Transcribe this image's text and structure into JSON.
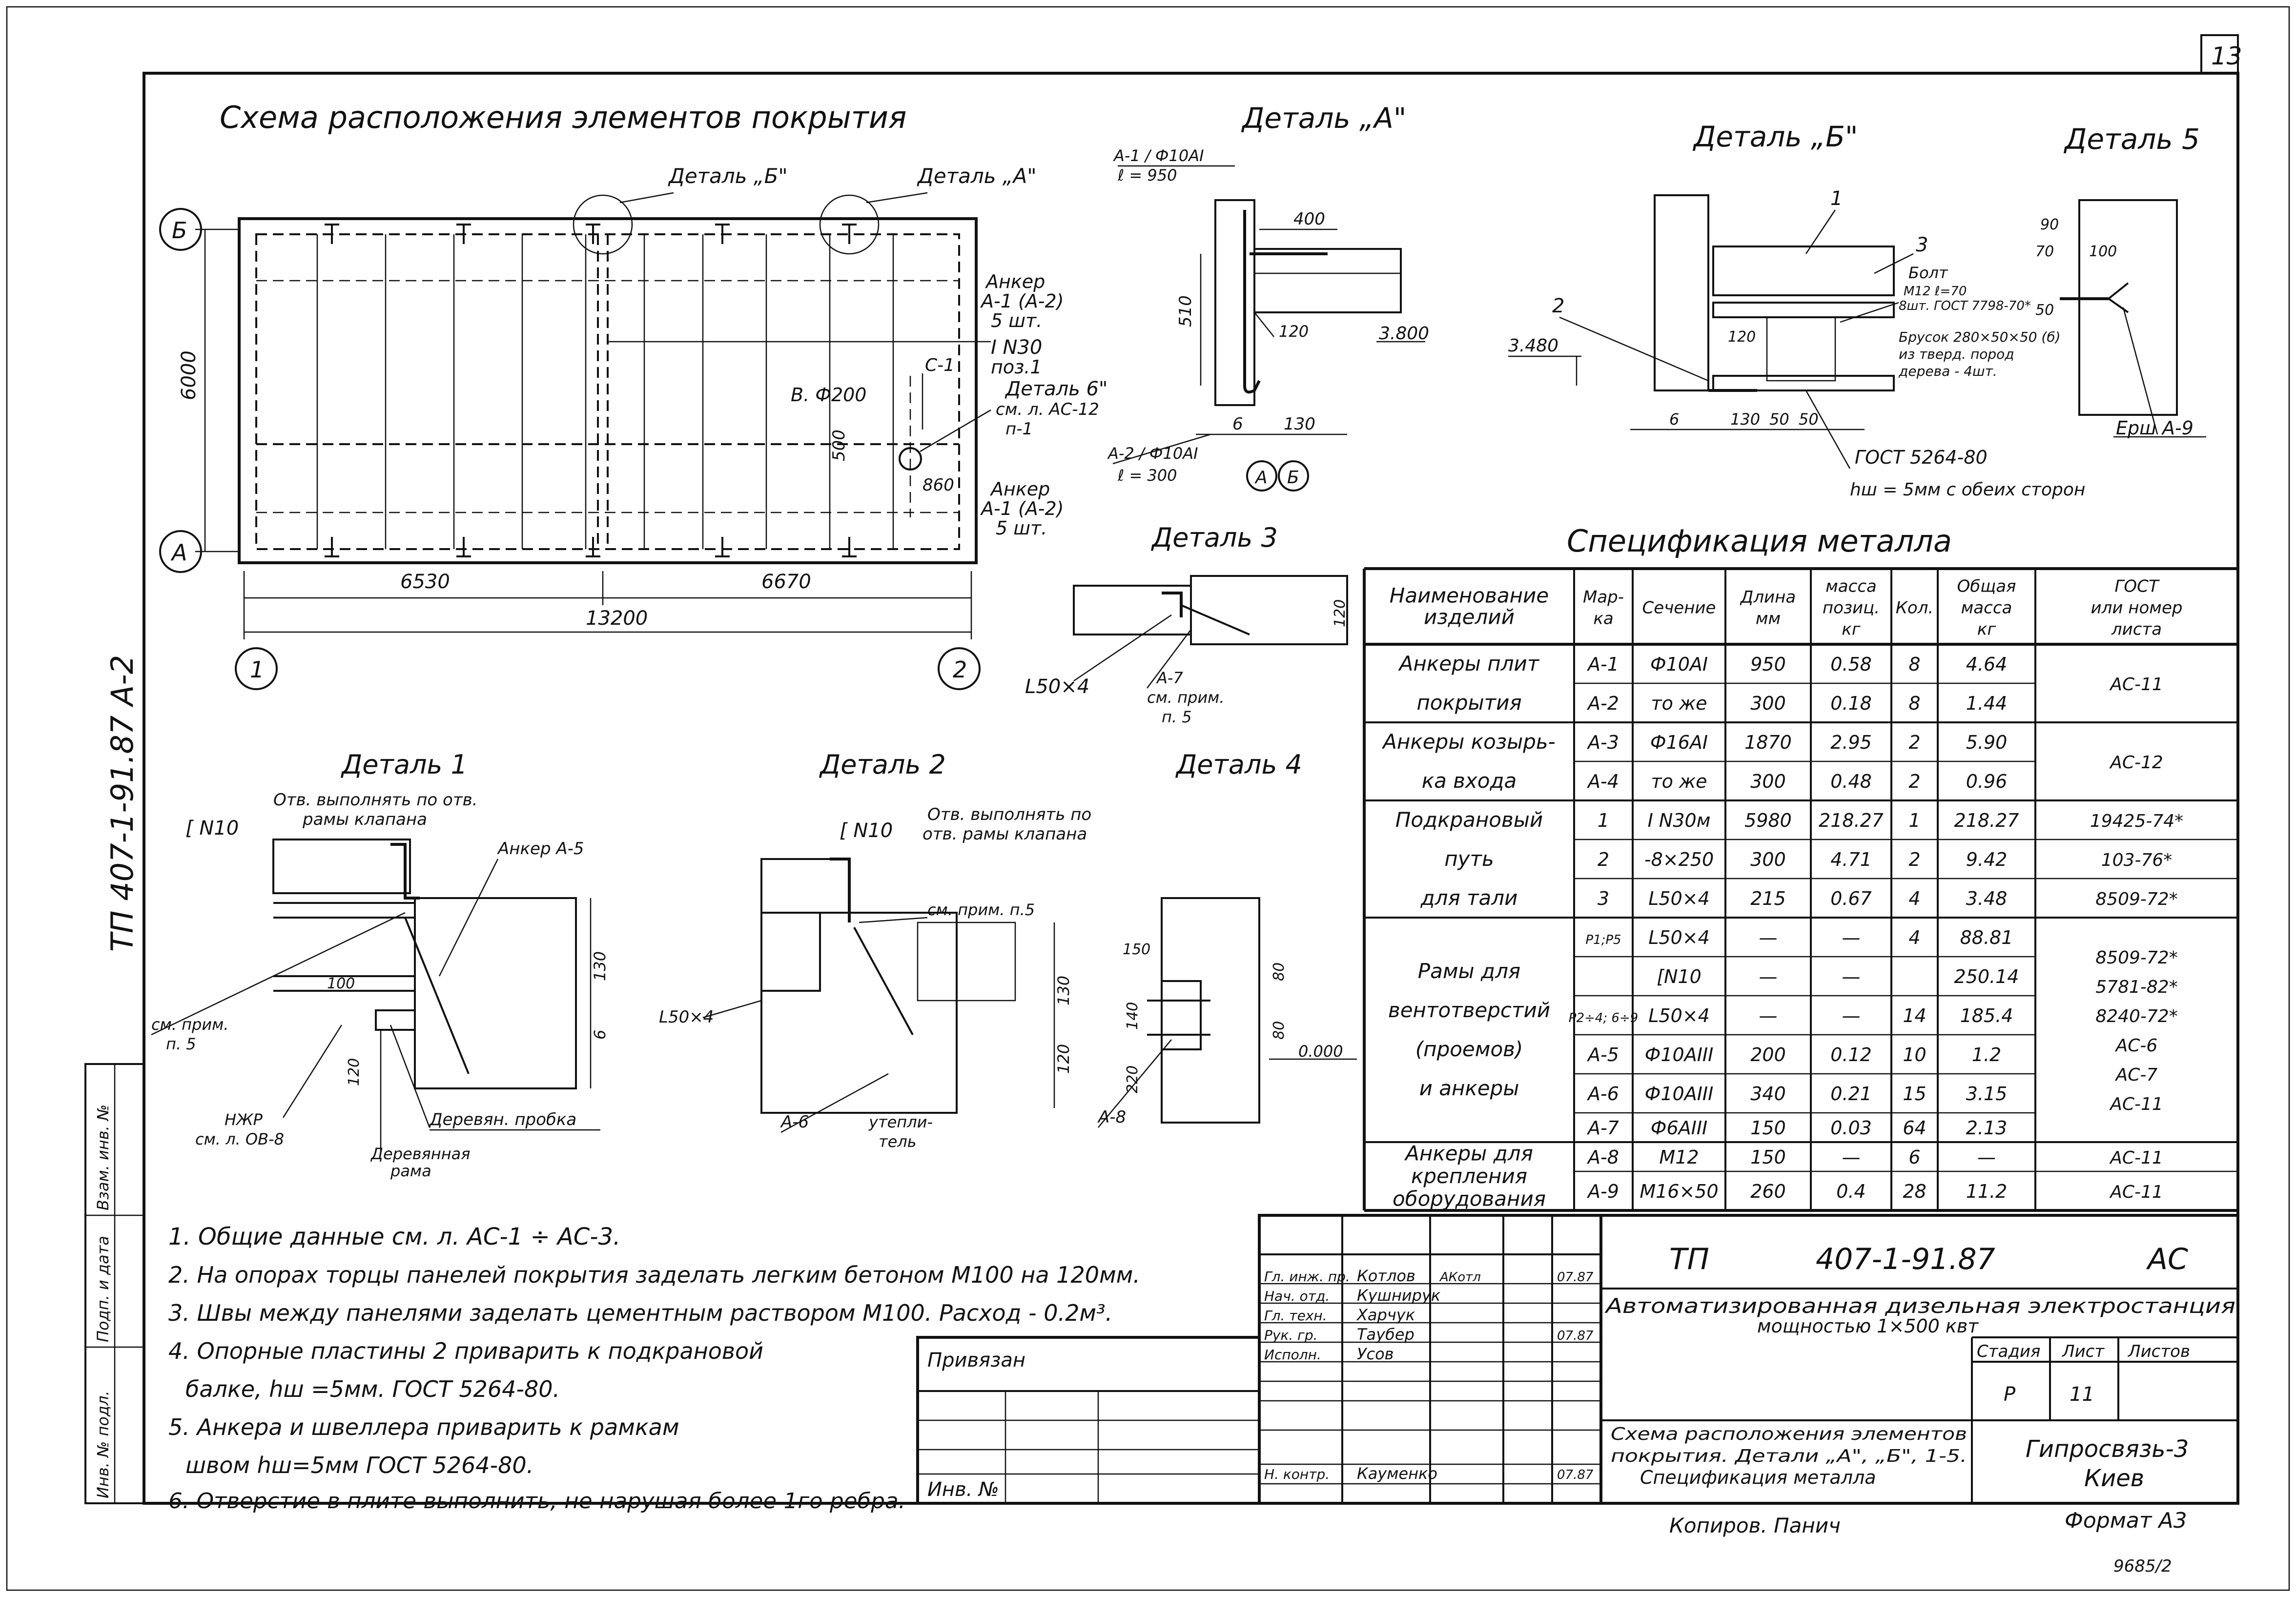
{
  "sheet_number": "13",
  "side_label": "ТП 407-1-91.87  А-2",
  "plan": {
    "title": "Схема расположения элементов покрытия",
    "callout_b": "Деталь „Б\"",
    "callout_a": "Деталь „А\"",
    "anchor_top_1": "Анкер",
    "anchor_top_2": "А-1 (А-2)",
    "anchor_top_3": "5 шт.",
    "beam_1": "I N30",
    "beam_2": "поз.1",
    "c1": "С-1",
    "hole": "В. Ф200",
    "detail6_1": "Деталь 6\"",
    "detail6_2": "см. л. АС-12",
    "detail6_3": "п-1",
    "anchor_bot_1": "Анкер",
    "anchor_bot_2": "А-1 (А-2)",
    "anchor_bot_3": "5 шт.",
    "dim_6000": "6000",
    "dim_500": "500",
    "dim_860": "860",
    "dim_6530": "6530",
    "dim_6670": "6670",
    "dim_13200": "13200",
    "axis_b": "Б",
    "axis_a": "А",
    "axis_1": "1",
    "axis_2": "2"
  },
  "detail_a": {
    "title": "Деталь „А\"",
    "a1": "А-1 / Ф10АI",
    "a1_len": "ℓ = 950",
    "d400": "400",
    "d510": "510",
    "d120": "120",
    "elev": "3.800",
    "d6": "6",
    "d130": "130",
    "a2": "А-2 / Ф10АI",
    "a2_len": "ℓ = 300",
    "ax_a": "А",
    "ax_b": "Б"
  },
  "detail_b": {
    "title": "Деталь „Б\"",
    "n1": "1",
    "n2": "2",
    "n3": "3",
    "elev": "3.480",
    "d120": "120",
    "bolt_1": "Болт",
    "bolt_2": "М12 ℓ=70",
    "bolt_3": "8шт. ГОСТ 7798-70*",
    "block_1": "Брусок 280×50×50 (б)",
    "block_2": "из тверд. пород",
    "block_3": "дерева - 4шт.",
    "d6": "6",
    "d130": "130",
    "d50a": "50",
    "d50b": "50",
    "gost": "ГОСТ 5264-80",
    "weld": "hш = 5мм с обеих сторон"
  },
  "detail_5": {
    "title": "Деталь 5",
    "d90": "90",
    "d70": "70",
    "d100": "100",
    "d50": "50",
    "ersh": "Ерш А-9"
  },
  "detail_3": {
    "title": "Деталь 3",
    "angle": "L50×4",
    "a7": "А-7",
    "note_1": "см. прим.",
    "note_2": "п. 5",
    "d120": "120"
  },
  "detail_1": {
    "title": "Деталь 1",
    "note_1": "Отв. выполнять по отв.",
    "note_2": "рамы клапана",
    "channel": "[ N10",
    "anchor": "Анкер А-5",
    "d130": "130",
    "d100": "100",
    "d6": "6",
    "d120": "120",
    "prim_1": "см. прим.",
    "prim_2": "п. 5",
    "nzhr_1": "НЖР",
    "nzhr_2": "см. л. ОВ-8",
    "plug": "Деревян. пробка",
    "frame_1": "Деревянная",
    "frame_2": "рама"
  },
  "detail_2": {
    "title": "Деталь 2",
    "note_1": "Отв. выполнять по",
    "note_2": "отв. рамы клапана",
    "channel": "[ N10",
    "prim": "см. прим. п.5",
    "angle": "L50×4",
    "d130": "130",
    "d120": "120",
    "a6": "А-6",
    "insul_1": "утепли-",
    "insul_2": "тель"
  },
  "detail_4": {
    "title": "Деталь 4",
    "d150": "150",
    "d80": "80",
    "d140": "140",
    "d220": "220",
    "d80b": "80",
    "elev": "0.000",
    "a8": "А-8"
  },
  "spec": {
    "title": "Спецификация металла",
    "headers": {
      "name": [
        "Наименование",
        "изделий"
      ],
      "mark": [
        "Мар-",
        "ка"
      ],
      "section": [
        "Сечение"
      ],
      "length": [
        "Длина",
        "мм"
      ],
      "mass_pos": [
        "масса",
        "позиц.",
        "кг"
      ],
      "qty": [
        "Кол."
      ],
      "total": [
        "Общая",
        "масса",
        "кг"
      ],
      "gost": [
        "ГОСТ",
        "или номер",
        "листа"
      ]
    },
    "groups": [
      {
        "name": [
          "Анкеры плит",
          "покрытия"
        ],
        "gost": [
          "АС-11"
        ]
      },
      {
        "name": [
          "Анкеры козырь-",
          "ка входа"
        ],
        "gost": [
          "АС-12"
        ]
      },
      {
        "name": [
          "Подкрановый",
          "путь",
          "для тали"
        ],
        "gost": []
      },
      {
        "name": [
          "Рамы для",
          "вентотверстий",
          "(проемов)",
          "и анкеры"
        ],
        "gost": [
          "8509-72*",
          "5781-82*",
          "8240-72*",
          "АС-6",
          "АС-7",
          "АС-11"
        ]
      },
      {
        "name": [
          "Анкеры для",
          "крепления",
          "оборудования"
        ],
        "gost": []
      }
    ],
    "rows": [
      {
        "mark": "А-1",
        "section": "Ф10АI",
        "length": "950",
        "mass": "0.58",
        "qty": "8",
        "total": "4.64",
        "gost": ""
      },
      {
        "mark": "А-2",
        "section": "то же",
        "length": "300",
        "mass": "0.18",
        "qty": "8",
        "total": "1.44",
        "gost": ""
      },
      {
        "mark": "А-3",
        "section": "Ф16АI",
        "length": "1870",
        "mass": "2.95",
        "qty": "2",
        "total": "5.90",
        "gost": ""
      },
      {
        "mark": "А-4",
        "section": "то же",
        "length": "300",
        "mass": "0.48",
        "qty": "2",
        "total": "0.96",
        "gost": ""
      },
      {
        "mark": "1",
        "section": "I N30м",
        "length": "5980",
        "mass": "218.27",
        "qty": "1",
        "total": "218.27",
        "gost": "19425-74*"
      },
      {
        "mark": "2",
        "section": "-8×250",
        "length": "300",
        "mass": "4.71",
        "qty": "2",
        "total": "9.42",
        "gost": "103-76*"
      },
      {
        "mark": "3",
        "section": "L50×4",
        "length": "215",
        "mass": "0.67",
        "qty": "4",
        "total": "3.48",
        "gost": "8509-72*"
      },
      {
        "mark": "Р1;Р5",
        "section": "L50×4",
        "length": "—",
        "mass": "—",
        "qty": "4",
        "total": "88.81",
        "gost": ""
      },
      {
        "mark": "",
        "section": "[N10",
        "length": "—",
        "mass": "—",
        "qty": "",
        "total": "250.14",
        "gost": ""
      },
      {
        "mark": "Р2÷4; 6÷9",
        "section": "L50×4",
        "length": "—",
        "mass": "—",
        "qty": "14",
        "total": "185.4",
        "gost": ""
      },
      {
        "mark": "А-5",
        "section": "Ф10АIII",
        "length": "200",
        "mass": "0.12",
        "qty": "10",
        "total": "1.2",
        "gost": ""
      },
      {
        "mark": "А-6",
        "section": "Ф10АIII",
        "length": "340",
        "mass": "0.21",
        "qty": "15",
        "total": "3.15",
        "gost": ""
      },
      {
        "mark": "А-7",
        "section": "Ф6АIII",
        "length": "150",
        "mass": "0.03",
        "qty": "64",
        "total": "2.13",
        "gost": ""
      },
      {
        "mark": "А-8",
        "section": "М12",
        "length": "150",
        "mass": "—",
        "qty": "6",
        "total": "—",
        "gost": "АС-11"
      },
      {
        "mark": "А-9",
        "section": "М16×50",
        "length": "260",
        "mass": "0.4",
        "qty": "28",
        "total": "11.2",
        "gost": "АС-11"
      }
    ]
  },
  "notes": [
    "1. Общие данные см. л. АС-1 ÷ АС-3.",
    "2. На опорах торцы панелей покрытия заделать легким бетоном М100 на 120мм.",
    "3. Швы между панелями заделать цементным раствором М100. Расход - 0.2м³.",
    "4. Опорные пластины 2 приварить к подкрановой",
    "балке, hш =5мм. ГОСТ 5264-80.",
    "5. Анкера и швеллера приварить к рамкам",
    "швом hш=5мм ГОСТ 5264-80.",
    "6. Отверстие в плите выполнить, не нарушая более 1го ребра."
  ],
  "side_stamp": [
    "Инв. № подл.",
    "Подп. и дата",
    "Взам. инв. №"
  ],
  "title_block": {
    "code_prefix": "ТП",
    "code": "407-1-91.87",
    "mark": "АС",
    "project_1": "Автоматизированная дизельная электростанция",
    "project_2": "мощностью 1×500 квт",
    "sheet_title_1": "Схема расположения элементов",
    "sheet_title_2": "покрытия. Детали „А\", „Б\", 1-5.",
    "sheet_title_3": "Спецификация металла",
    "stage_label": "Стадия",
    "sheet_label": "Лист",
    "sheets_label": "Листов",
    "stage": "Р",
    "sheet": "11",
    "org_1": "Гипросвязь-3",
    "org_2": "Киев",
    "privyazan": "Привязан",
    "inv": "Инв. №",
    "copied": "Копиров. Панич",
    "format": "Формат А3",
    "bottom_code": "9685/2",
    "roles": [
      {
        "role": "Гл. инж. пр.",
        "name": "Котлов",
        "sig": "АКотл",
        "date": "07.87"
      },
      {
        "role": "Нач. отд.",
        "name": "Кушнирук",
        "sig": "",
        "date": ""
      },
      {
        "role": "Гл. техн.",
        "name": "Харчук",
        "sig": "",
        "date": ""
      },
      {
        "role": "Рук. гр.",
        "name": "Таубер",
        "sig": "",
        "date": "07.87"
      },
      {
        "role": "Исполн.",
        "name": "Усов",
        "sig": "",
        "date": ""
      },
      {
        "role": "Н. контр.",
        "name": "Кауменко",
        "sig": "",
        "date": "07.87"
      }
    ]
  }
}
